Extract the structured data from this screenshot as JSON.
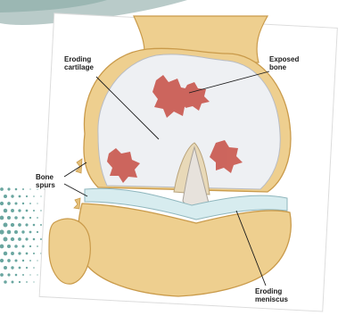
{
  "diagram": {
    "labels": {
      "eroding_cartilage": [
        "Eroding",
        "cartilage"
      ],
      "exposed_bone": [
        "Exposed",
        "bone"
      ],
      "bone_spurs": [
        "Bone",
        "spurs"
      ],
      "eroding_meniscus": [
        "Eroding",
        "meniscus"
      ]
    }
  },
  "colors": {
    "bone": "#eecf8f",
    "bone_shadow": "#d6a85a",
    "cartilage": "#eef0f3",
    "exposed_bone": "#c9564d",
    "meniscus": "#d7ecef",
    "accent_teal": "#7fb3ad"
  }
}
